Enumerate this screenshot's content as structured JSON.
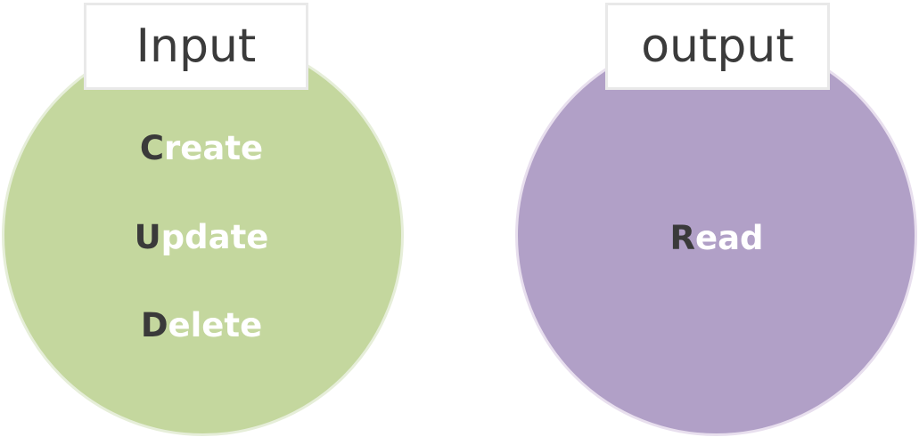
{
  "colors": {
    "input_fill": "#c4d79e",
    "output_fill": "#b1a0c7",
    "initial_letter": "#3a3a3a",
    "rest_letters": "#ffffff"
  },
  "input": {
    "title": "Input",
    "operations": [
      {
        "initial": "C",
        "rest": "reate"
      },
      {
        "initial": "U",
        "rest": "pdate"
      },
      {
        "initial": "D",
        "rest": "elete"
      }
    ]
  },
  "output": {
    "title": "output",
    "operations": [
      {
        "initial": "R",
        "rest": "ead"
      }
    ]
  }
}
